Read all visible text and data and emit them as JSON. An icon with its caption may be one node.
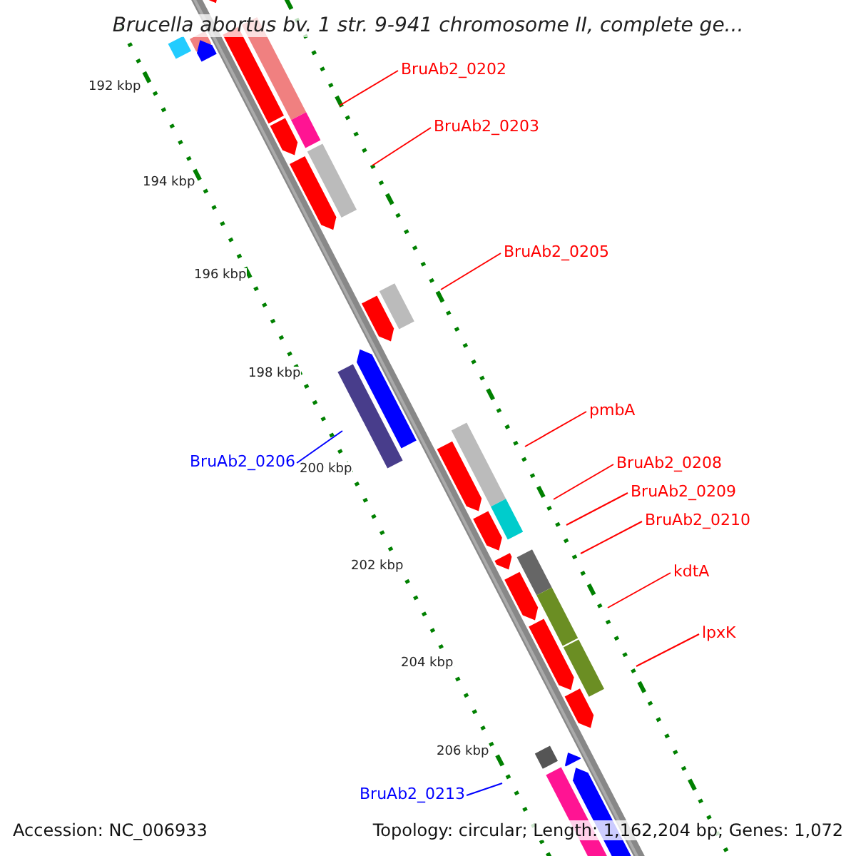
{
  "diagram": {
    "title": "Brucella abortus bv. 1 str. 9-941 chromosome II, complete ge...",
    "nodes": [
      {
        "text": [
          "BruAb2_0202"
        ]
      },
      {
        "text": [
          "BruAb2_0203"
        ]
      },
      {
        "text": [
          "BruAb2_0205"
        ]
      },
      {
        "text": [
          "pmbA"
        ]
      },
      {
        "text": [
          "BruAb2_0206"
        ]
      },
      {
        "text": [
          "BruAb2_0208"
        ]
      },
      {
        "text": [
          "BruAb2_0209"
        ]
      },
      {
        "text": [
          "BruAb2_0210"
        ]
      },
      {
        "text": [
          "kdtA"
        ]
      },
      {
        "text": [
          "lpxK"
        ]
      },
      {
        "text": [
          "BruAb2_0213"
        ]
      }
    ],
    "edges": [
      {
        "from": 0,
        "to": null,
        "arrow": "none"
      },
      {
        "from": 1,
        "to": null,
        "arrow": "none"
      },
      {
        "from": 2,
        "to": null,
        "arrow": "none"
      },
      {
        "from": 3,
        "to": null,
        "arrow": "none"
      },
      {
        "from": 4,
        "to": null,
        "arrow": "none",
        "color": "#0000ff"
      },
      {
        "from": 5,
        "to": null,
        "arrow": "none"
      },
      {
        "from": 6,
        "to": null,
        "arrow": "none"
      },
      {
        "from": 7,
        "to": null,
        "arrow": "none"
      },
      {
        "from": 8,
        "to": null,
        "arrow": "none"
      },
      {
        "from": 9,
        "to": null,
        "arrow": "none"
      },
      {
        "from": 10,
        "to": null,
        "arrow": "none",
        "color": "#0000ff"
      }
    ],
    "labels": [
      "192 kbp",
      "194 kbp",
      "196 kbp",
      "198 kbp",
      "200 kbp",
      "202 kbp",
      "204 kbp",
      "206 kbp",
      "Accession: NC_006933",
      "Topology: circular; Length: 1,162,204 bp; Genes: 1,072"
    ]
  }
}
